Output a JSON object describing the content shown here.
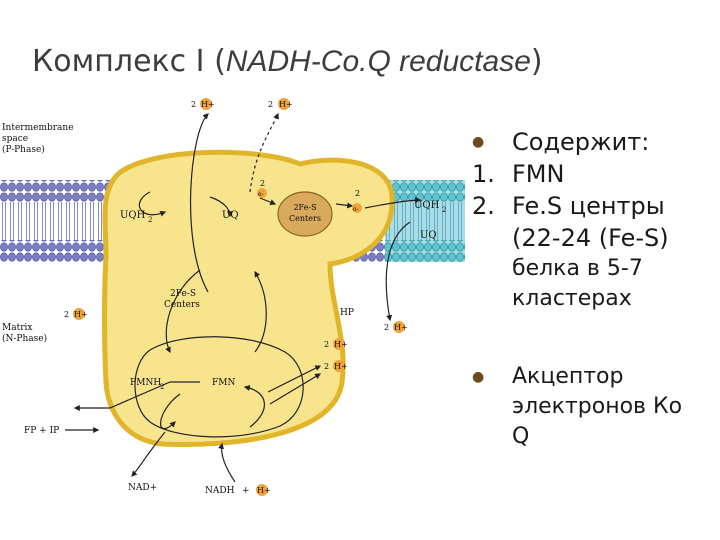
{
  "slide": {
    "title_plain": "Комплекс I (",
    "title_italic": "NADH-Co.Q reductase",
    "title_close": ")"
  },
  "content": {
    "bullet1": "Содержит:",
    "item1_marker": "1.",
    "item1": "FMN",
    "item2_marker": "2.",
    "item2_line1": "Fe.S центры",
    "item2_line2": "(22-24 (Fe-S)",
    "item2_line3": "белка в 5-7",
    "item2_line4": "кластерах",
    "bullet2_line1": "Акцептор",
    "bullet2_line2": "электронов Ко",
    "bullet2_line3": "Q"
  },
  "diagram": {
    "intermembrane_1": "Intermembrane",
    "intermembrane_2": "space",
    "intermembrane_3": "(P-Phase)",
    "matrix_1": "Matrix",
    "matrix_2": "(N-Phase)",
    "uqh2_left": "UQH",
    "uq_left": "UQ",
    "uqh2_right": "UQH",
    "uq_right": "UQ",
    "sub2": "2",
    "fes_center_1": "2Fe-S",
    "fes_center_2": "Centers",
    "fes_lower_1": "2Fe-S",
    "fes_lower_2": "Centers",
    "fmnh2": "FMNH",
    "fmn": "FMN",
    "nad_plus": "NAD+",
    "nadh": "NADH",
    "plus": "+",
    "fp_ip": "FP + IP",
    "hp": "HP",
    "h_plus": "H+",
    "e_minus": "e-",
    "two": "2",
    "colors": {
      "protein": "#f9e48e",
      "edge": "#e0b52a",
      "membrane": "#7b7fc2",
      "channel": "#5cc3cf",
      "fes": "#d9a95c",
      "hcircle": "#f0a33a"
    }
  }
}
